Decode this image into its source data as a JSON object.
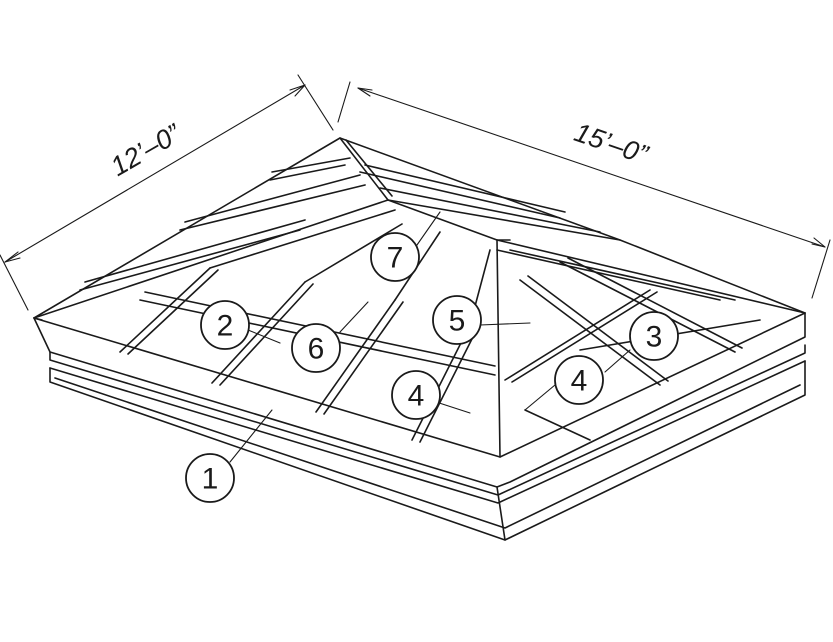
{
  "dimensions": {
    "width_label": "12’–0”",
    "length_label": "15’–0”"
  },
  "callouts": [
    "1",
    "2",
    "3",
    "4",
    "4",
    "5",
    "6",
    "7"
  ]
}
